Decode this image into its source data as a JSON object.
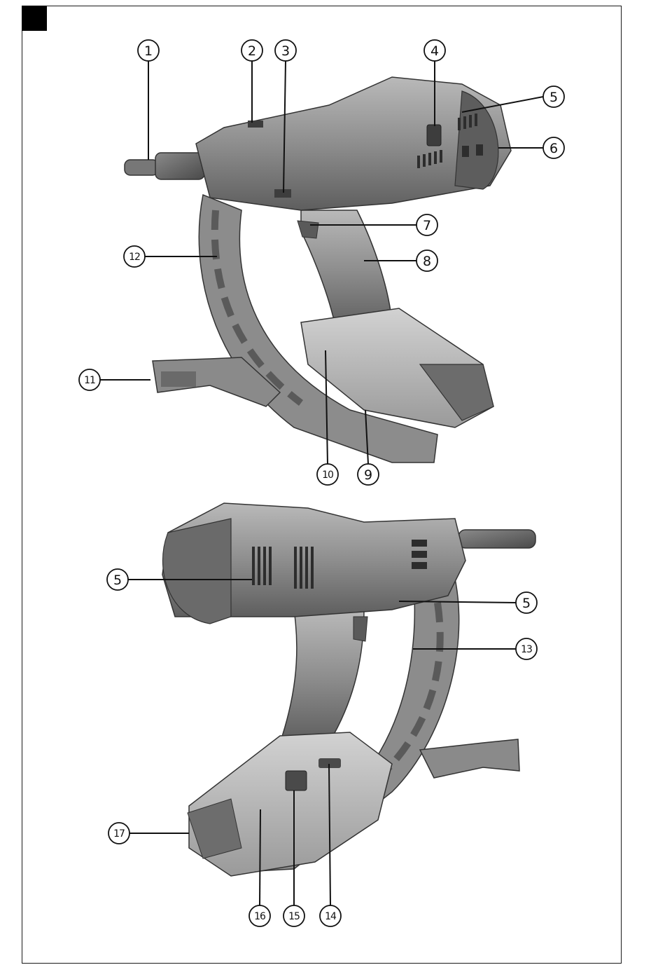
{
  "callouts": [
    {
      "id": "1",
      "label": "1"
    },
    {
      "id": "2",
      "label": "2"
    },
    {
      "id": "3",
      "label": "3"
    },
    {
      "id": "4",
      "label": "4"
    },
    {
      "id": "5a",
      "label": "5"
    },
    {
      "id": "6",
      "label": "6"
    },
    {
      "id": "7",
      "label": "7"
    },
    {
      "id": "8",
      "label": "8"
    },
    {
      "id": "9",
      "label": "9"
    },
    {
      "id": "10",
      "label": "10"
    },
    {
      "id": "11",
      "label": "11"
    },
    {
      "id": "12",
      "label": "12"
    },
    {
      "id": "5b",
      "label": "5"
    },
    {
      "id": "5c",
      "label": "5"
    },
    {
      "id": "13",
      "label": "13"
    },
    {
      "id": "14",
      "label": "14"
    },
    {
      "id": "15",
      "label": "15"
    },
    {
      "id": "16",
      "label": "16"
    },
    {
      "id": "17",
      "label": "17"
    }
  ],
  "figures": [
    {
      "name": "tool-side-view-right",
      "icon": "nailer-right-view-illustration"
    },
    {
      "name": "tool-side-view-left",
      "icon": "nailer-left-view-illustration"
    }
  ]
}
